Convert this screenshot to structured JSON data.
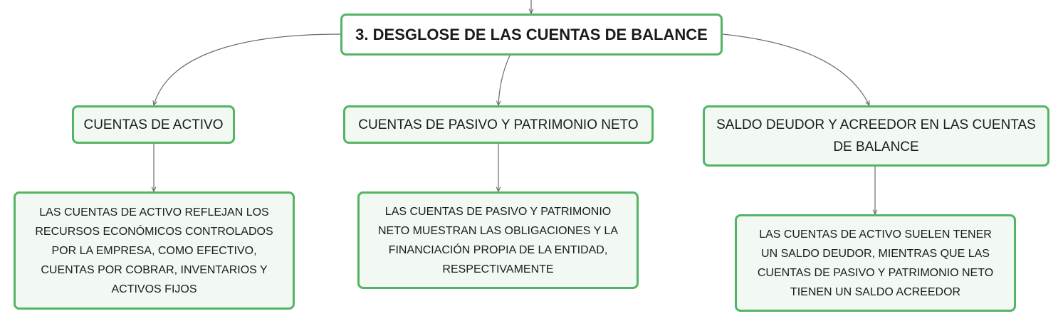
{
  "colors": {
    "border": "#52b464",
    "node_fill": "#f1f9f2",
    "root_fill": "#ffffff",
    "connector": "#6b6b6b",
    "text": "#1b1b1b"
  },
  "root": {
    "title": "3. DESGLOSE DE LAS CUENTAS DE BALANCE"
  },
  "branches": [
    {
      "title": "CUENTAS DE ACTIVO",
      "detail": "LAS CUENTAS DE ACTIVO REFLEJAN LOS RECURSOS ECONÓMICOS CONTROLADOS POR LA EMPRESA, COMO EFECTIVO, CUENTAS POR COBRAR, INVENTARIOS Y ACTIVOS FIJOS"
    },
    {
      "title": "CUENTAS DE PASIVO Y PATRIMONIO NETO",
      "detail": "LAS CUENTAS DE PASIVO Y PATRIMONIO NETO MUESTRAN LAS OBLIGACIONES Y LA FINANCIACIÓN PROPIA DE LA ENTIDAD, RESPECTIVAMENTE"
    },
    {
      "title": "SALDO DEUDOR Y ACREEDOR EN LAS CUENTAS DE BALANCE",
      "detail": "LAS CUENTAS DE ACTIVO SUELEN TENER UN SALDO DEUDOR, MIENTRAS QUE LAS CUENTAS DE PASIVO Y PATRIMONIO NETO TIENEN UN SALDO ACREEDOR"
    }
  ]
}
